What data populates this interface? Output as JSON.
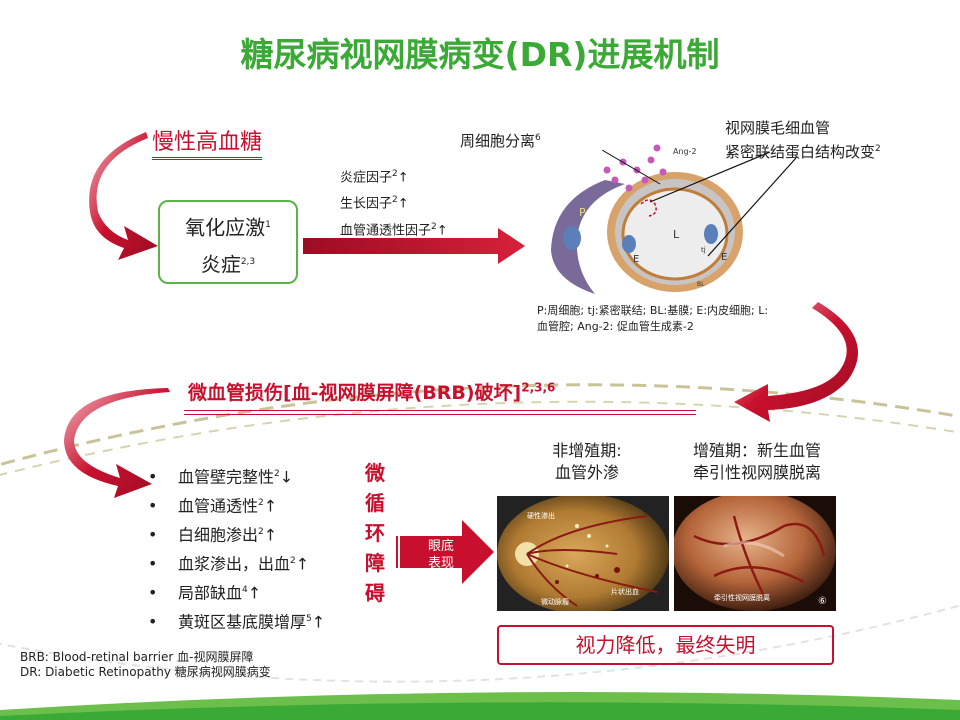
{
  "title": "糖尿病视网膜病变(DR)进展机制",
  "hyperglycemia": "慢性高血糖",
  "stress_box": {
    "line1": "氧化应激",
    "line1_sup": "1",
    "line2": "炎症",
    "line2_sup": "2,3"
  },
  "factors": [
    {
      "text": "炎症因子",
      "sup": "2",
      "arrow": "↑"
    },
    {
      "text": "生长因子",
      "sup": "2",
      "arrow": "↑"
    },
    {
      "text": "血管通透性因子",
      "sup": "2",
      "arrow": "↑"
    }
  ],
  "diagram": {
    "pericyte_label": "周细胞分离",
    "pericyte_sup": "6",
    "tj_label_line1": "视网膜毛细血管",
    "tj_label_line2": "紧密联结蛋白结构改变",
    "tj_sup": "2",
    "letters": {
      "P": "P",
      "L": "L",
      "E1": "E",
      "E2": "E",
      "Ang": "Ang-2",
      "tj": "tj",
      "BL": "BL"
    },
    "caption_line1": "P:周细胞; tj:紧密联结; BL:基膜; E:内皮细胞; L:",
    "caption_line2": "血管腔; Ang-2: 促血管生成素-2"
  },
  "brb_title": "微血管损伤[血-视网膜屏障(BRB)破坏]",
  "brb_sup": "2,3,6",
  "bullets": [
    {
      "text": "血管壁完整性",
      "sup": "2",
      "arrow": "↓"
    },
    {
      "text": "血管通透性",
      "sup": "2",
      "arrow": "↑"
    },
    {
      "text": "白细胞渗出",
      "sup": "2",
      "arrow": "↑"
    },
    {
      "text": "血浆渗出，出血",
      "sup": "2",
      "arrow": "↑"
    },
    {
      "text": "局部缺血",
      "sup": "4",
      "arrow": "↑"
    },
    {
      "text": "黄斑区基底膜增厚",
      "sup": "5",
      "arrow": "↑"
    }
  ],
  "bullet_symbol": "•",
  "vertical_label": [
    "微",
    "循",
    "环",
    "障",
    "碍"
  ],
  "fundus_arrow_label": [
    "眼底",
    "表现"
  ],
  "fundus_left": {
    "title_line1": "非增殖期:",
    "title_line2": "血管外渗",
    "labels": [
      "硬性渗出",
      "微动脉瘤",
      "片状出血"
    ]
  },
  "fundus_right": {
    "title_line1": "增殖期：新生血管",
    "title_line2": "牵引性视网膜脱离",
    "labels": [
      "牵引性视网膜脱离"
    ],
    "badge": "⑥"
  },
  "result": "视力降低，最终失明",
  "footnotes": [
    "BRB: Blood-retinal barrier 血-视网膜屏障",
    "DR: Diabetic Retinopathy 糖尿病视网膜病变"
  ],
  "colors": {
    "title_green": "#3aa935",
    "accent_red": "#c8102e",
    "box_green": "#5bb447"
  }
}
